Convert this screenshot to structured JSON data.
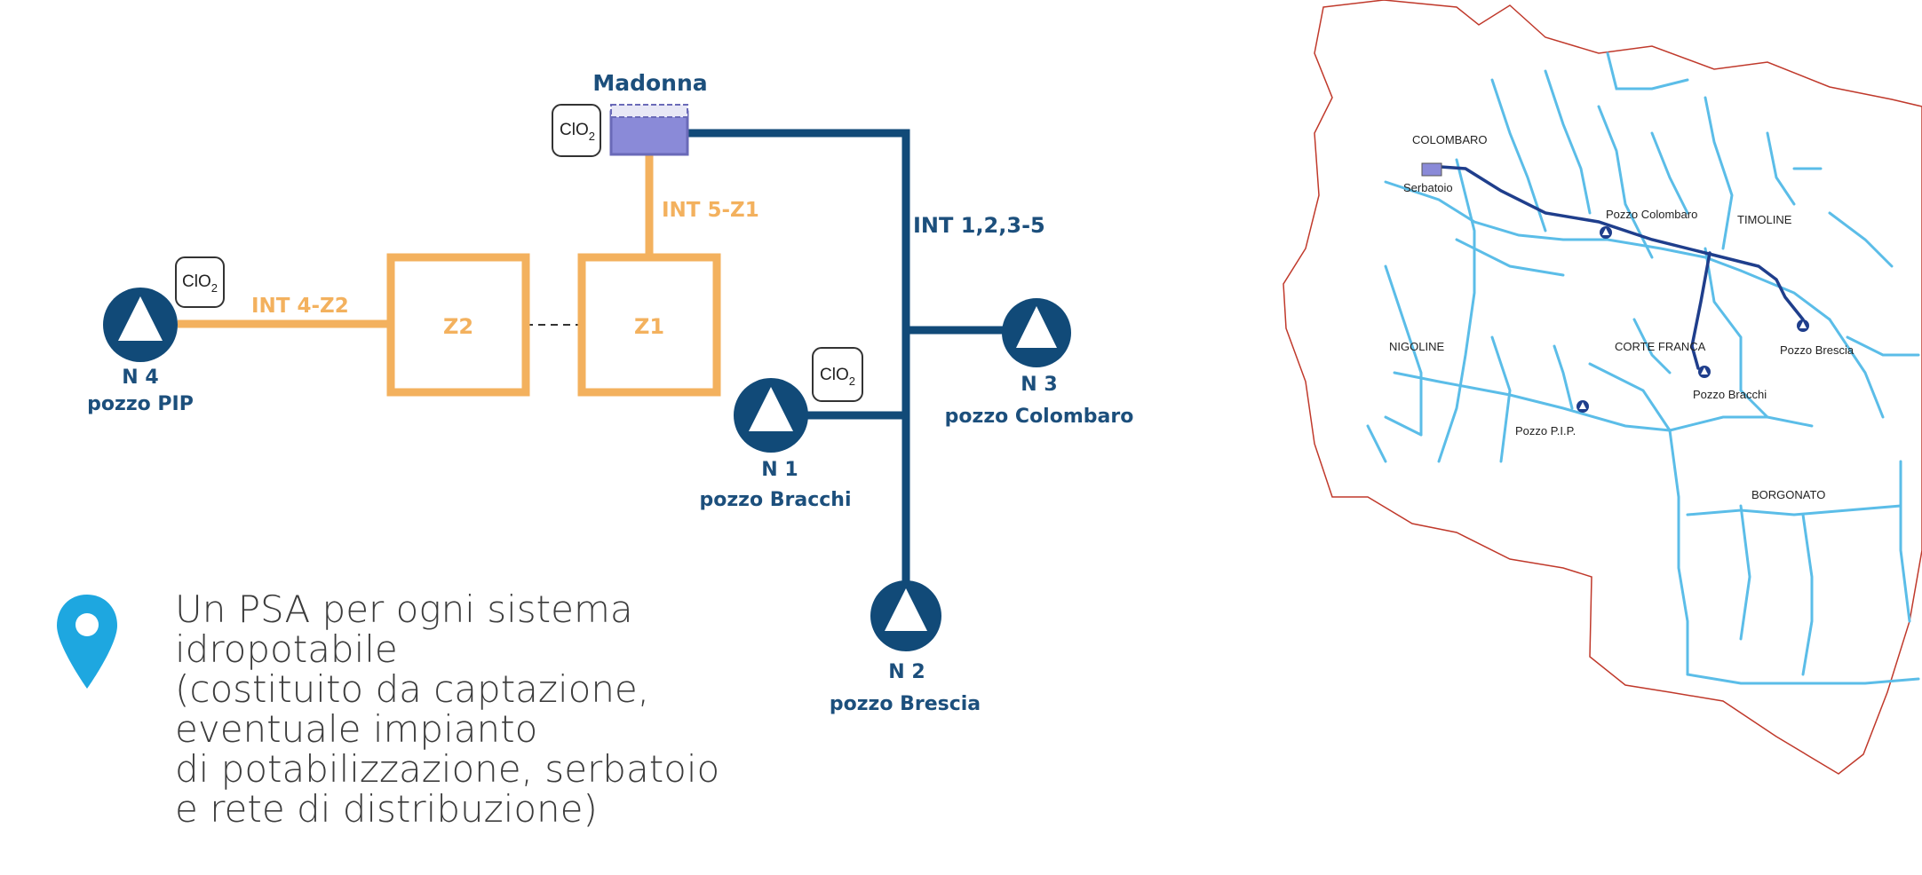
{
  "diagram": {
    "reservoir": {
      "label": "Madonna",
      "treatment": "ClO2"
    },
    "pipes": {
      "int_main": "INT 1,2,3-5",
      "int_z1": "INT 5-Z1",
      "int_z2": "INT 4-Z2"
    },
    "zones": [
      "Z2",
      "Z1"
    ],
    "treatment_label": "ClO",
    "treatment_sub": "2",
    "wells": [
      {
        "id": "N 4",
        "name": "pozzo PIP"
      },
      {
        "id": "N 1",
        "name": "pozzo Bracchi"
      },
      {
        "id": "N 3",
        "name": "pozzo Colombaro"
      },
      {
        "id": "N 2",
        "name": "pozzo Brescia"
      }
    ],
    "colors": {
      "blue": "#114a78",
      "orange": "#f3b15e",
      "reservoir": "#8a8ad8",
      "map_net": "#5bbde8",
      "map_main": "#1f3e8c",
      "border": "#c0392b"
    }
  },
  "note": {
    "text": "Un PSA per ogni sistema\nidropotabile\n(costituito da captazione,\neventuale impianto\ndi potabilizzazione, serbatoio\ne rete di distribuzione)",
    "icon": "location-pin-icon",
    "icon_color": "#1ea7e0"
  },
  "map": {
    "places": [
      "COLOMBARO",
      "TIMOLINE",
      "NIGOLINE",
      "CORTE FRANCA",
      "BORGONATO"
    ],
    "features": [
      "Serbatoio",
      "Pozzo Colombaro",
      "Pozzo Brescia",
      "Pozzo Bracchi",
      "Pozzo P.I.P."
    ]
  }
}
